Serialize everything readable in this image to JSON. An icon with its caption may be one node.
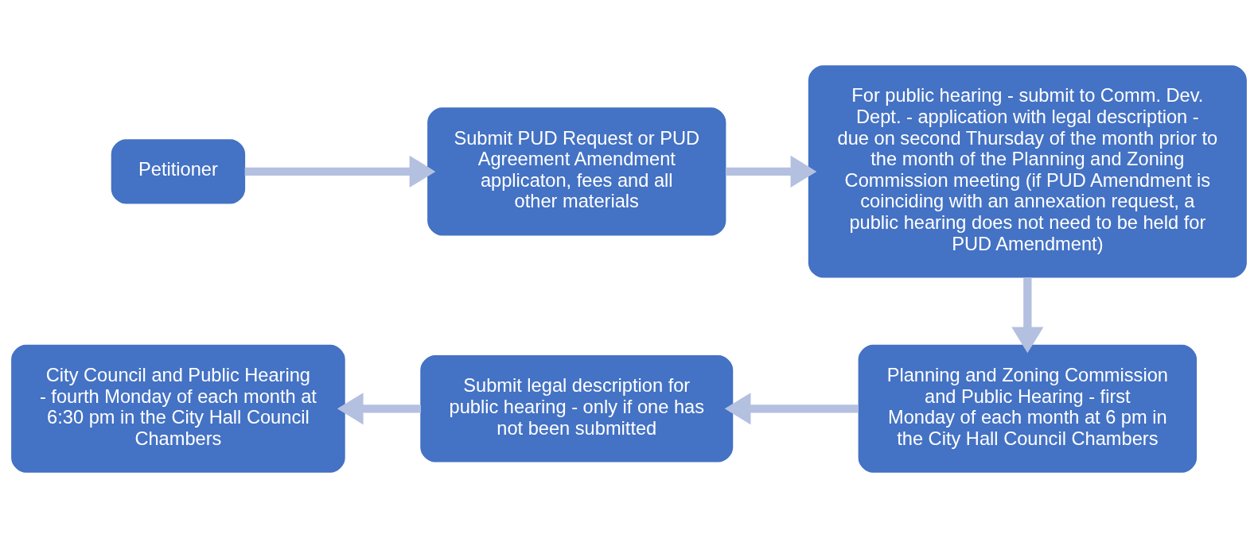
{
  "diagram": {
    "nodes": [
      {
        "text": [
          "Petitioner"
        ]
      },
      {
        "text": [
          "Submit PUD Request or PUD Agreement Amendment applicaton, fees and all other materials"
        ]
      },
      {
        "text": [
          "For public hearing - submit to Comm. Dev. Dept. - application with legal description - due on second Thursday of the month prior to the month of the Planning and Zoning Commission meeting (if PUD Amendment is coinciding with an annexation request, a public hearing does not need to be held for PUD Amendment)"
        ]
      },
      {
        "text": [
          "Planning and Zoning Commission and Public Hearing - first Monday of each month at 6 pm in the City Hall Council Chambers"
        ]
      },
      {
        "text": [
          "Submit legal description for public hearing - only if one has not been submitted"
        ]
      },
      {
        "text": [
          "City Council and Public Hearing - fourth Monday of each month at 6:30 pm in the City Hall Council Chambers"
        ]
      }
    ],
    "edges": [
      {
        "from": 0,
        "to": 1,
        "arrow": "to"
      },
      {
        "from": 1,
        "to": 2,
        "arrow": "to"
      },
      {
        "from": 2,
        "to": 3,
        "arrow": "to"
      },
      {
        "from": 3,
        "to": 4,
        "arrow": "to"
      },
      {
        "from": 4,
        "to": 5,
        "arrow": "to"
      }
    ]
  }
}
